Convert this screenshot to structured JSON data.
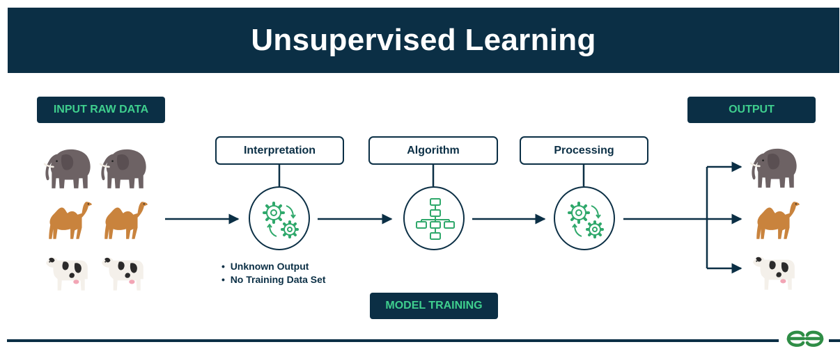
{
  "title": "Unsupervised Learning",
  "labels": {
    "input": "INPUT RAW DATA",
    "output": "OUTPUT",
    "model_training": "MODEL TRAINING"
  },
  "steps": [
    {
      "label": "Interpretation",
      "icon": "gears-icon"
    },
    {
      "label": "Algorithm",
      "icon": "flowchart-icon"
    },
    {
      "label": "Processing",
      "icon": "gears-icon"
    }
  ],
  "notes": [
    "Unknown Output",
    "No Training Data Set"
  ],
  "input_animals": [
    "elephant",
    "elephant",
    "camel",
    "camel",
    "cow",
    "cow"
  ],
  "output_animals": [
    "elephant",
    "camel",
    "cow"
  ],
  "brand": "GfG",
  "colors": {
    "navy": "#0b2f45",
    "green": "#3fcf8e",
    "icon_green": "#2fa86b"
  }
}
